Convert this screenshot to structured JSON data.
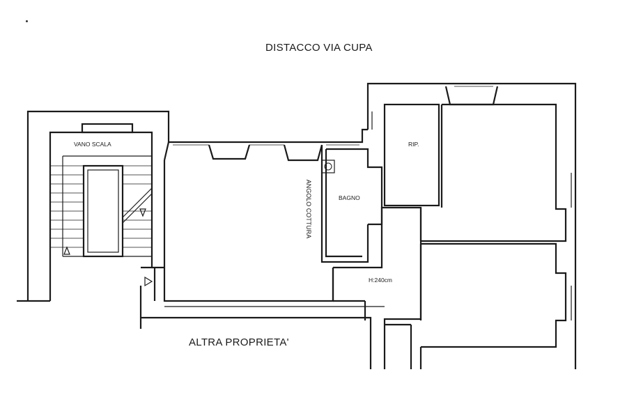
{
  "labels": {
    "top": "DISTACCO VIA CUPA",
    "bottom": "ALTRA PROPRIETA'",
    "stair": "VANO SCALA",
    "storage": "RIP.",
    "bathroom": "BAGNO",
    "kitchen_corner": "ANGOLO COTTURA",
    "ceiling_height": "H:240cm"
  }
}
